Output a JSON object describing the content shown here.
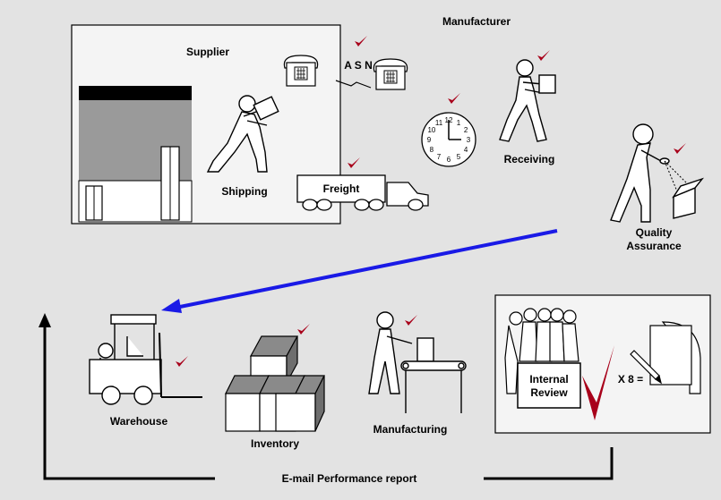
{
  "labels": {
    "manufacturer": "Manufacturer",
    "supplier": "Supplier",
    "asn": "A S N",
    "shipping": "Shipping",
    "freight": "Freight",
    "receiving": "Receiving",
    "quality_1": "Quality",
    "quality_2": "Assurance",
    "warehouse": "Warehouse",
    "inventory": "Inventory",
    "manufacturing": "Manufacturing",
    "internal_1": "Internal",
    "internal_2": "Review",
    "multiplier": "X 8 =",
    "email_report": "E-mail Performance report"
  },
  "clock_numbers": [
    "12",
    "1",
    "2",
    "3",
    "4",
    "5",
    "6",
    "7",
    "8",
    "9",
    "10",
    "11"
  ],
  "colors": {
    "background": "#e3e3e3",
    "panel": "#f4f4f4",
    "checkmark": "#a8001a",
    "arrow_blue": "#1a1ae6"
  },
  "icons": [
    "telephone-icon",
    "clock-icon",
    "truck-icon",
    "forklift-icon",
    "boxes-icon",
    "conveyor-icon",
    "checkmark-icon",
    "notepad-icon"
  ]
}
